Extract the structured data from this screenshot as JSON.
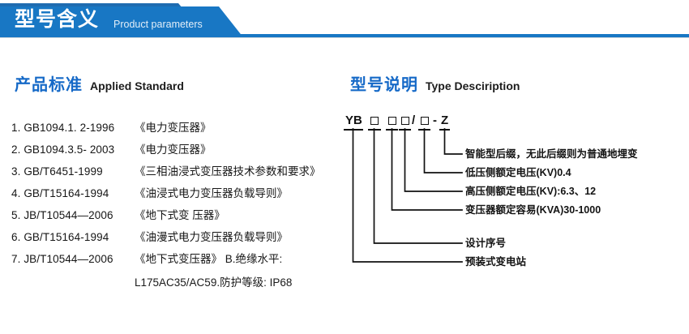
{
  "banner": {
    "title": "型号含义",
    "subtitle": "Product parameters",
    "color": "#1877c4",
    "accent_color": "#1f6cb0"
  },
  "sections": {
    "left": {
      "cn": "产品标准",
      "en": "Applied Standard",
      "cn_color": "#1569c7"
    },
    "right": {
      "cn": "型号说明",
      "en": "Type Desciription",
      "cn_color": "#1569c7"
    }
  },
  "standards": [
    {
      "index": "1.",
      "code": "GB1094.1. 2-1996",
      "name": "《电力变压器》"
    },
    {
      "index": "2.",
      "code": "GB1094.3.5- 2003",
      "name": "《电力变压器》"
    },
    {
      "index": "3.",
      "code": "GB/T6451-1999",
      "name": "《三相油浸式变压器技术参数和要求》"
    },
    {
      "index": "4.",
      "code": "GB/T15164-1994",
      "name": "《油浸式电力变压器负载导则》"
    },
    {
      "index": "5.",
      "code": "JB/T10544—2006",
      "name": "《地下式变 压器》"
    },
    {
      "index": "6.",
      "code": "GB/T15164-1994",
      "name": "《油漫式电力变压器负载导则》"
    },
    {
      "index": "7.",
      "code": "JB/T10544—2006",
      "name": "《地下式变压器》 B.绝缘水平:"
    }
  ],
  "standards_continuation": "L175AC35/AC59.防护等级: IP68",
  "model_code": {
    "prefix": "YB",
    "slash": "/",
    "dash": "-",
    "suffix": "Z",
    "box_glyph": "□"
  },
  "callouts": [
    {
      "id": "smart-suffix",
      "text": "智能型后缀，无此后缀则为普通地埋变"
    },
    {
      "id": "lv-rated-voltage",
      "text": "低压侧额定电压(KV)0.4"
    },
    {
      "id": "hv-rated-voltage",
      "text": "高压侧额定电压(KV):6.3、12"
    },
    {
      "id": "rated-capacity",
      "text": "变压器额定容易(KVA)30-1000"
    },
    {
      "id": "design-serial",
      "text": "设计序号"
    },
    {
      "id": "prefab-substation",
      "text": "预装式变电站"
    }
  ]
}
